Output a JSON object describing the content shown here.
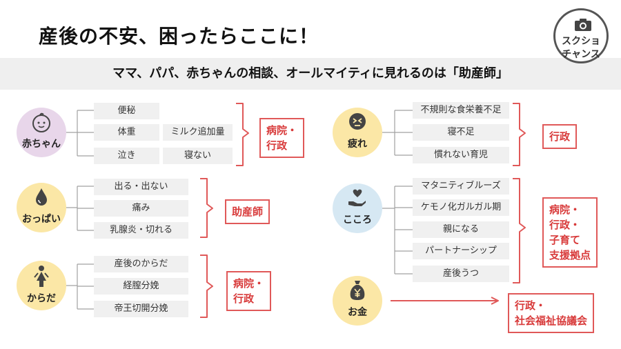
{
  "header": {
    "title": "産後の不安、困ったらここに！",
    "subtitle": "ママ、パパ、赤ちゃんの相談、オールマイティに見れるのは「助産師」"
  },
  "badge": {
    "line1": "スクショ",
    "line2": "チャンス"
  },
  "groups": {
    "baby": {
      "label": "赤ちゃん",
      "items": [
        "便秘",
        "体重",
        "ミルク追加量",
        "泣き",
        "寝ない"
      ],
      "contact": [
        "病院・",
        "行政"
      ]
    },
    "breast": {
      "label": "おっぱい",
      "items": [
        "出る・出ない",
        "痛み",
        "乳腺炎・切れる"
      ],
      "contact": [
        "助産師"
      ]
    },
    "body": {
      "label": "からだ",
      "items": [
        "産後のからだ",
        "経膣分娩",
        "帝王切開分娩"
      ],
      "contact": [
        "病院・",
        "行政"
      ]
    },
    "fatigue": {
      "label": "疲れ",
      "items": [
        "不規則な食栄養不足",
        "寝不足",
        "慣れない育児"
      ],
      "contact": [
        "行政"
      ]
    },
    "heart": {
      "label": "こころ",
      "items": [
        "マタニティブルーズ",
        "ケモノ化ガルガル期",
        "親になる",
        "パートナーシップ",
        "産後うつ"
      ],
      "contact": [
        "病院・",
        "行政・",
        "子育て",
        "支援拠点"
      ]
    },
    "money": {
      "label": "お金",
      "contact": [
        "行政・",
        "社会福祉協議会"
      ]
    }
  },
  "colors": {
    "baby_circle": "#e8d6ea",
    "breast_circle": "#fbe7a6",
    "body_circle": "#fbe7a6",
    "fatigue_circle": "#fbe7a6",
    "heart_circle": "#d6e8f3",
    "money_circle": "#fbe7a6",
    "accent_red": "#e05858"
  }
}
